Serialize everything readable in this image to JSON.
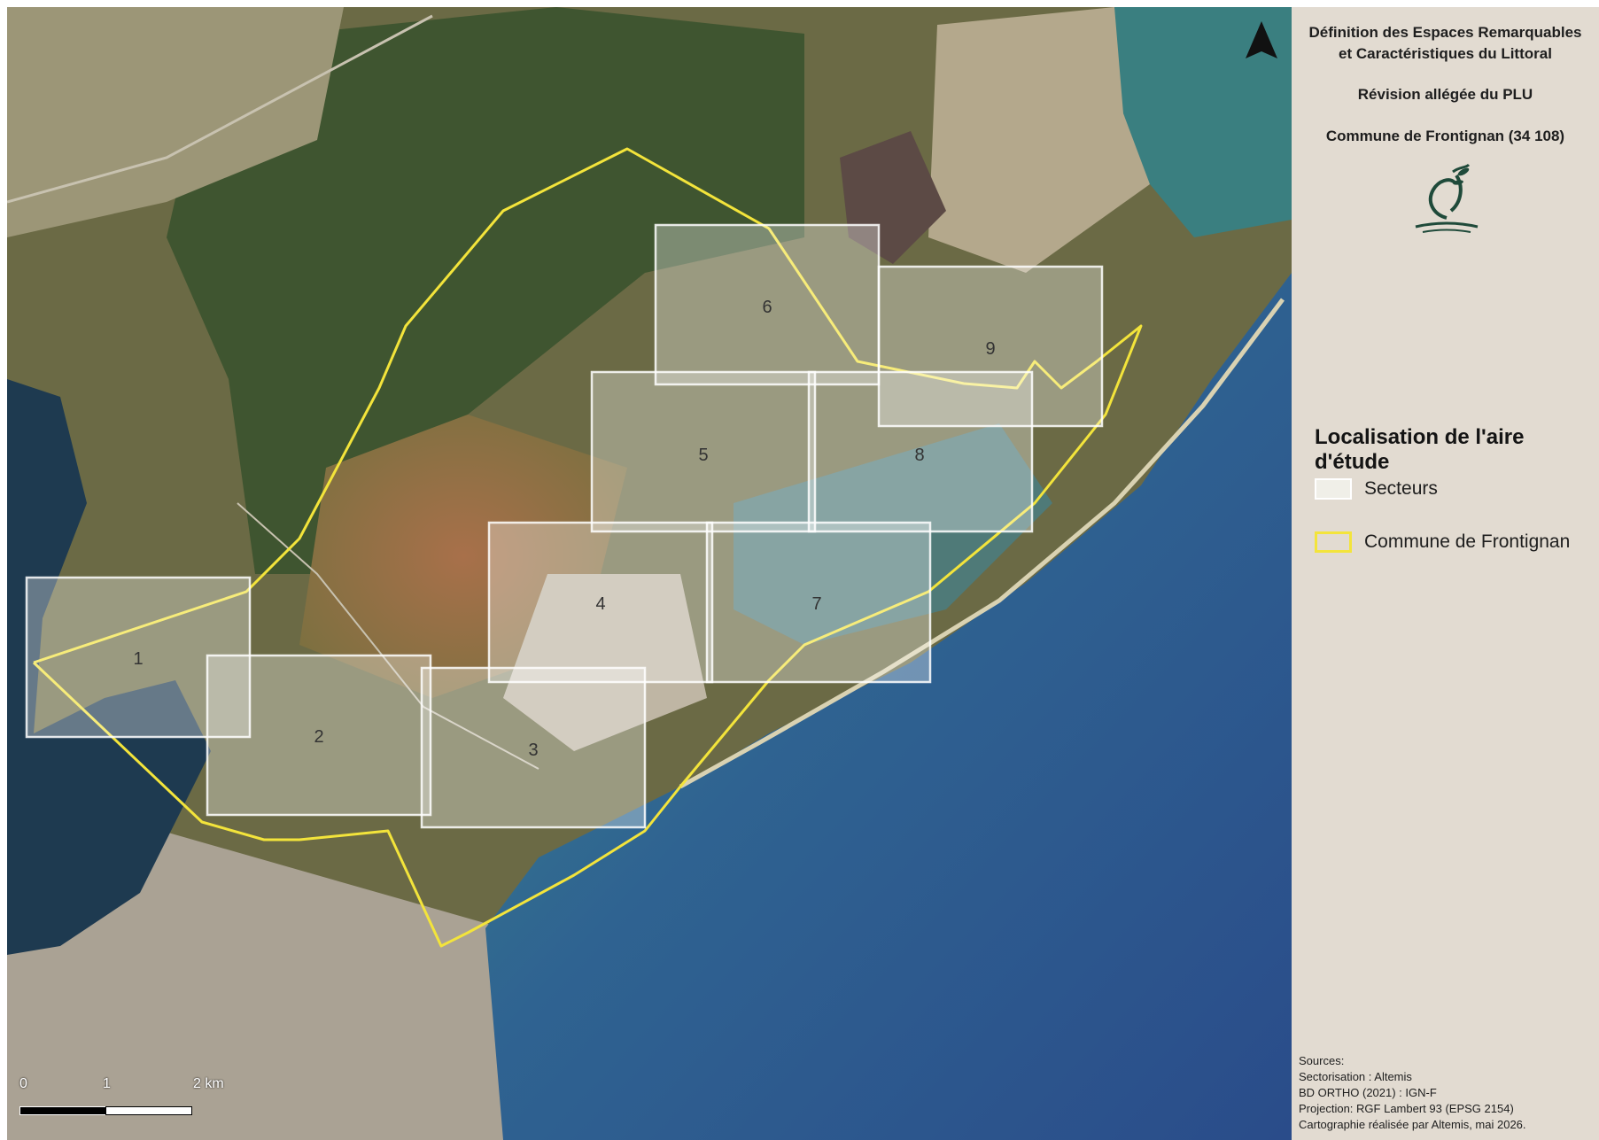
{
  "titles": {
    "line1": "Définition des Espaces Remarquables",
    "line2": "et Caractéristiques du Littoral",
    "subtitle": "Révision allégée du PLU",
    "commune": "Commune de Frontignan (34 108)"
  },
  "legend": {
    "title": "Localisation de l'aire d'étude",
    "items": [
      {
        "label": "Secteurs",
        "fill": "#f0efe8",
        "stroke": "#ffffff"
      },
      {
        "label": "Commune de Frontignan",
        "fill": "none",
        "stroke": "#f3e43b"
      }
    ]
  },
  "sources": {
    "header": "Sources:",
    "lines": [
      "Sectorisation : Altemis",
      "BD ORTHO (2021) : IGN-F",
      "Projection: RGF Lambert 93 (EPSG 2154)",
      "Cartographie réalisée par Altemis, mai 2026."
    ]
  },
  "scale": {
    "labels": [
      "0",
      "1",
      "2 km"
    ]
  },
  "north_arrow": "north-arrow-icon",
  "logo": "plant-logo-icon",
  "sectors": [
    "1",
    "2",
    "3",
    "4",
    "5",
    "6",
    "7",
    "8",
    "9"
  ],
  "colors": {
    "sea_deep": "#2a4f8c",
    "sea_shallow": "#3a7a8a",
    "land_green": "#4a5e34",
    "land_orange": "#9b7a52",
    "urban": "#b9b1a3",
    "boundary": "#f3e43b",
    "panel": "#e2dbd1"
  }
}
